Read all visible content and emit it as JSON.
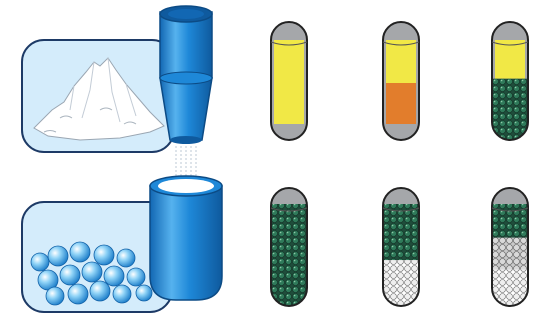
{
  "colors": {
    "panel_fill": "#d4ecfb",
    "panel_stroke": "#1d3a66",
    "tube_blue": "#1e88d8",
    "tube_dark": "#1267b3",
    "tube_light": "#6cc1f2",
    "capsule_gray": "#a5a7aa",
    "capsule_outline": "#222222",
    "fill_yellow": "#f1e846",
    "fill_orange": "#e27d2c",
    "pellet_green": "#1d5a44",
    "pellet_white": "#e8e8e8"
  },
  "panels": [
    {
      "id": "powder",
      "content": "powder-pile",
      "icon": "powder-pile-icon"
    },
    {
      "id": "beads",
      "content": "beads",
      "icon": "beads-icon"
    }
  ],
  "capsules": [
    {
      "row": 1,
      "col": 1,
      "fill": [
        "yellow"
      ]
    },
    {
      "row": 1,
      "col": 2,
      "fill": [
        "yellow",
        "orange"
      ]
    },
    {
      "row": 1,
      "col": 3,
      "fill": [
        "yellow",
        "green-pellets"
      ]
    },
    {
      "row": 2,
      "col": 1,
      "fill": [
        "green-pellets"
      ]
    },
    {
      "row": 2,
      "col": 2,
      "fill": [
        "green-pellets",
        "white-pellets"
      ]
    },
    {
      "row": 2,
      "col": 3,
      "fill": [
        "green-pellets",
        "white-pellets",
        "gray-pellets"
      ]
    }
  ]
}
